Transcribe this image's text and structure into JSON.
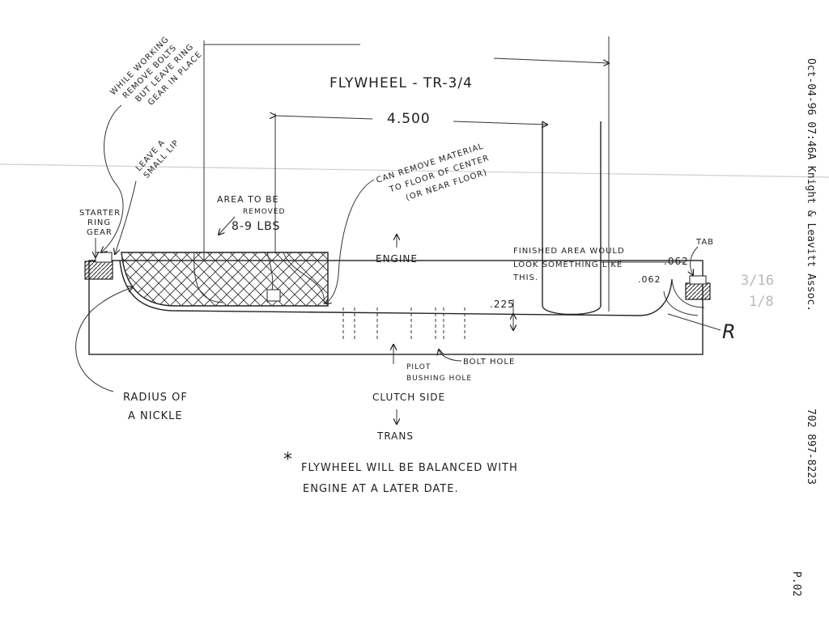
{
  "fax_header": {
    "timestamp": "Oct-04-96 07:46A Knight & Leavitt Assoc.",
    "phone": "702 897-8223",
    "page": "P.02"
  },
  "drawing": {
    "title": "FLYWHEEL - TR-3/4",
    "dimension_main": "4.500",
    "dimension_depth": ".225",
    "dimension_tab_top": ".062",
    "dimension_tab_side": ".062",
    "radius_label": "R",
    "margin_notes": [
      "3/16",
      "1/8"
    ]
  },
  "annotations": {
    "while_working": [
      "WHILE WORKING",
      "REMOVE BOLTS",
      "BUT LEAVE RING",
      "GEAR IN PLACE"
    ],
    "leave_lip": [
      "LEAVE A",
      "SMALL LIP"
    ],
    "starter_ring": [
      "STARTER",
      "RING",
      "GEAR"
    ],
    "area_removed": [
      "AREA TO BE",
      "REMOVED",
      "8-9 LBS"
    ],
    "can_remove": [
      "CAN REMOVE MATERIAL",
      "TO FLOOR OF CENTER",
      "(OR NEAR FLOOR)"
    ],
    "engine": "ENGINE",
    "finished_area": [
      "FINISHED AREA WOULD",
      "LOOK SOMETHING LIKE",
      "THIS."
    ],
    "tab": "TAB",
    "bolt_hole": "BOLT HOLE",
    "pilot_bushing": [
      "PILOT",
      "BUSHING HOLE"
    ],
    "radius_of_nickel": [
      "RADIUS OF",
      "A NICKLE"
    ],
    "clutch_side": "CLUTCH SIDE",
    "trans": "TRANS",
    "footnote": [
      "*",
      "FLYWHEEL WILL BE BALANCED WITH",
      "ENGINE AT A LATER DATE."
    ]
  }
}
